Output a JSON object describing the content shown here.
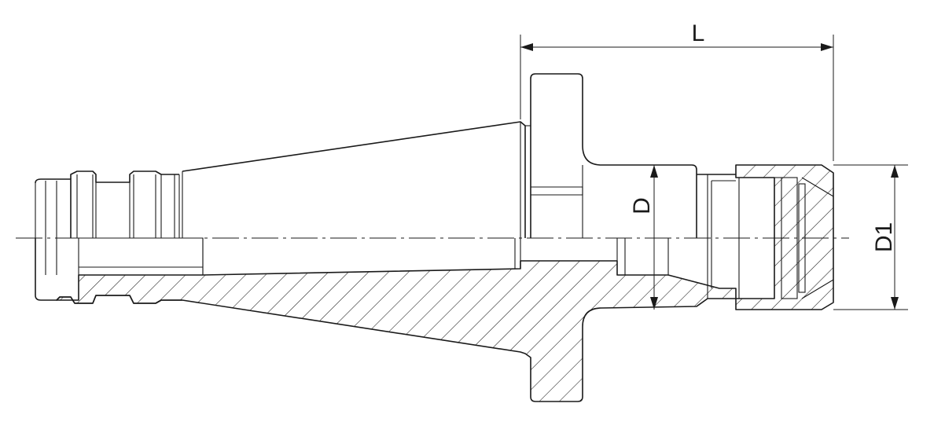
{
  "dimensions": {
    "length_label": "L",
    "diameter_label": "D",
    "outer_diameter_label": "D1"
  },
  "colors": {
    "line": "#1a1a1a",
    "background": "#ffffff"
  }
}
